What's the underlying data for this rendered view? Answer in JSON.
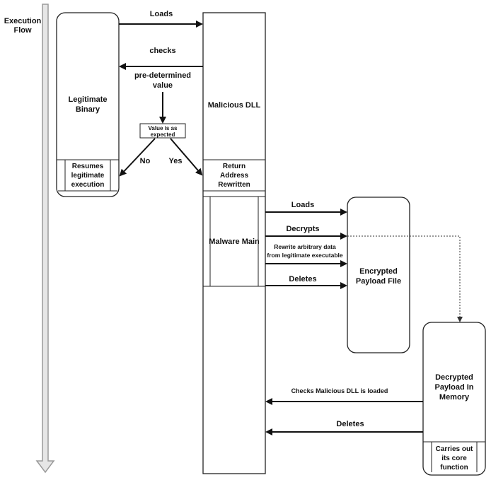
{
  "side": {
    "title_line1": "Execution",
    "title_line2": "Flow"
  },
  "boxes": {
    "legit_line1": "Legitimate",
    "legit_line2": "Binary",
    "resume_line1": "Resumes",
    "resume_line2": "legitimate",
    "resume_line3": "execution",
    "dll": "Malicious DLL",
    "ret_line1": "Return",
    "ret_line2": "Address",
    "ret_line3": "Rewritten",
    "malmain": "Malware Main",
    "enc_line1": "Encrypted",
    "enc_line2": "Payload File",
    "dec_line1": "Decrypted",
    "dec_line2": "Payload In",
    "dec_line3": "Memory",
    "core_line1": "Carries out",
    "core_line2": "its core",
    "core_line3": "function"
  },
  "decision": {
    "line1": "Value is as",
    "line2": "expected",
    "no": "No",
    "yes": "Yes"
  },
  "arrows": {
    "loads_top": "Loads",
    "checks": "checks",
    "predet_line1": "pre-determined",
    "predet_line2": "value",
    "loads_file": "Loads",
    "decrypts": "Decrypts",
    "rewrite_line1": "Rewrite arbitrary data",
    "rewrite_line2": "from legitimate executable",
    "deletes_file": "Deletes",
    "checks_dll": "Checks Malicious DLL is loaded",
    "deletes_dll": "Deletes"
  }
}
